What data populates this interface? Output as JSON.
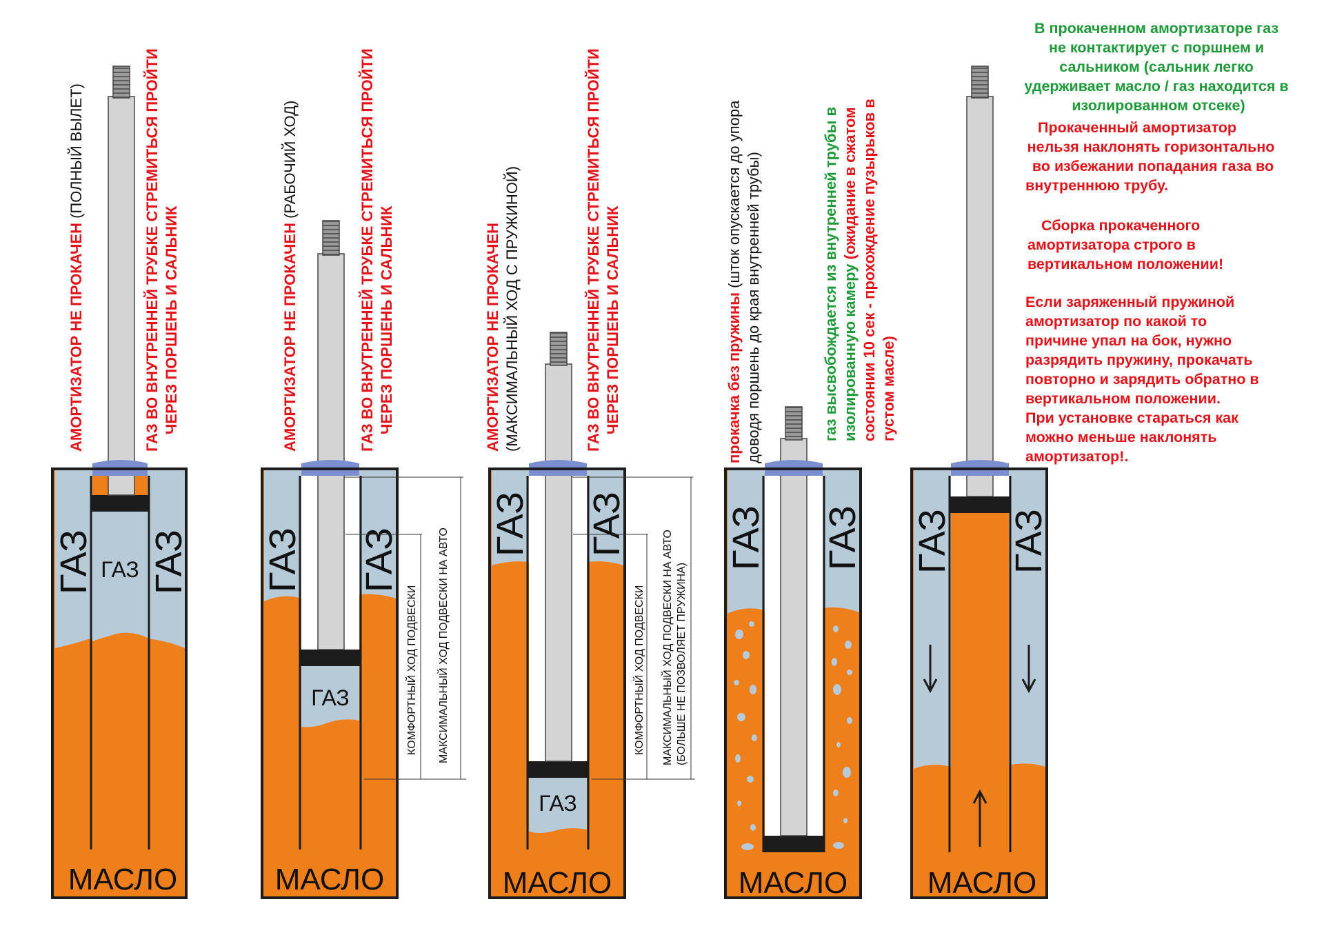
{
  "labels": {
    "gas": "ГАЗ",
    "oil": "МАСЛО"
  },
  "col1": {
    "title_bold": "АМОРТИЗАТОР НЕ ПРОКАЧЕН",
    "title_normal": " (ПОЛНЫЙ ВЫЛЕТ)",
    "warn1": "ГАЗ ВО ВНУТРЕННЕЙ ТРУБКЕ СТРЕМИТЬСЯ ПРОЙТИ",
    "warn2": "ЧЕРЕЗ ПОРШЕНЬ И САЛЬНИК"
  },
  "col2": {
    "title_bold": "АМОРТИЗАТОР НЕ ПРОКАЧЕН",
    "title_normal": " (РАБОЧИЙ ХОД)",
    "warn1": "ГАЗ ВО ВНУТРЕННЕЙ ТРУБКЕ СТРЕМИТЬСЯ ПРОЙТИ",
    "warn2": "ЧЕРЕЗ ПОРШЕНЬ И САЛЬНИК",
    "dim1": "КОМФОРТНЫЙ ХОД ПОДВЕСКИ",
    "dim2": "МАКСИМАЛЬНЫЙ ХОД ПОДВЕСКИ НА АВТО"
  },
  "col3": {
    "title_bold": "АМОРТИЗАТОР НЕ ПРОКАЧЕН",
    "title_normal": "(МАКСИМАЛЬНЫЙ ХОД С ПРУЖИНОЙ)",
    "warn1": "ГАЗ ВО ВНУТРЕННЕЙ ТРУБКЕ СТРЕМИТЬСЯ ПРОЙТИ",
    "warn2": "ЧЕРЕЗ ПОРШЕНЬ И САЛЬНИК",
    "dim1": "КОМФОРТНЫЙ ХОД ПОДВЕСКИ",
    "dim2a": "МАКСИМАЛЬНЫЙ ХОД ПОДВЕСКИ НА АВТО",
    "dim2b": "(БОЛЬШЕ НЕ ПОЗВОЛЯЕТ ПРУЖИНА)"
  },
  "col4": {
    "title_bold": "прокачка без пружины",
    "title_normal1": " (шток опускается до упора",
    "title_normal2": "доводя поршень до края внутренней трубы)",
    "g1": "газ высвобождается из внутренней трубы в",
    "g2_green": "изолированную камеру ",
    "g2_red": "(ожидание в сжатом",
    "g3": "состоянии 10 сек - прохождение пузырьков в",
    "g4": "густом масле)"
  },
  "notes": {
    "green": [
      "В прокаченном амортизаторе газ",
      "не контактирует с поршнем и",
      "сальником (сальник легко",
      "удерживает масло / газ находится в",
      "изолированном отсеке)"
    ],
    "red1": [
      "Прокаченный амортизатор",
      "нельзя наклонять горизонтально",
      "во избежании попадания газа во",
      "внутреннюю трубу."
    ],
    "red2": [
      "Сборка прокаченного",
      "амортизатора строго в",
      "вертикальном положении!"
    ],
    "red3": [
      "Если заряженный пружиной",
      "амортизатор по какой то",
      "причине упал на бок, нужно",
      "разрядить пружину, прокачать",
      "повторно и зарядить обратно в",
      "вертикальном положении.",
      "При установке стараться как",
      "можно меньше наклонять",
      "амортизатор!."
    ]
  },
  "colors": {
    "oil": "#ef7f1a",
    "gas": "#b7cad8",
    "rod": "#d4d4d4",
    "seal": "#7b8fd0",
    "piston": "#1c1c1c",
    "warning_red": "#e1131b",
    "ok_green": "#1e9a3a"
  }
}
